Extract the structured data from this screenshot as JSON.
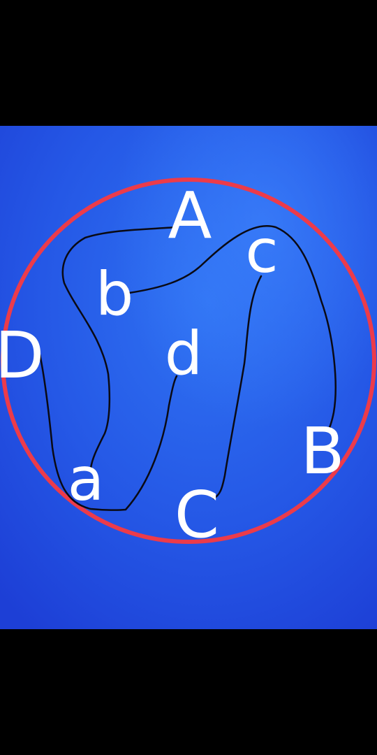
{
  "colors": {
    "bar": "#000000",
    "background_light": "#2f6ff0",
    "background_dark": "#1d3fd6",
    "circle": "#ec3b4a",
    "path": "#0a0a14",
    "letters": "#ffffff"
  },
  "letters": {
    "upper_a": "A",
    "upper_b": "B",
    "upper_c": "C",
    "upper_d": "D",
    "lower_a": "a",
    "lower_b": "b",
    "lower_c": "c",
    "lower_d": "d"
  }
}
